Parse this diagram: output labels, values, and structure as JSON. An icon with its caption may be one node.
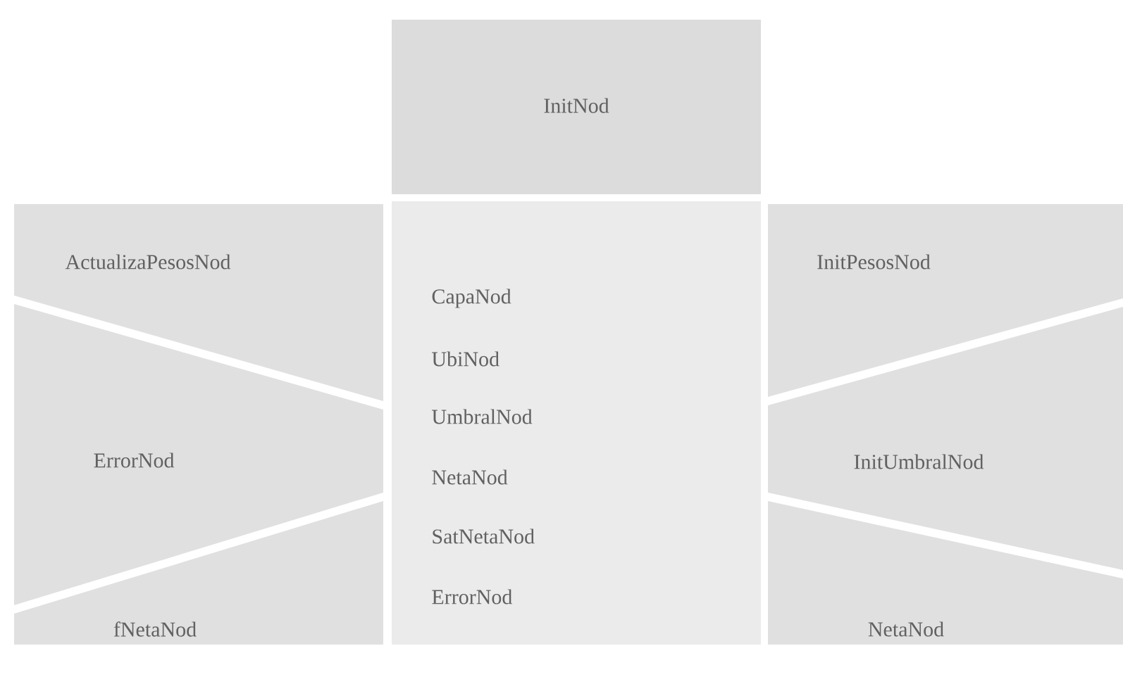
{
  "diagram": {
    "nodes": [
      {
        "text": [
          "InitNod"
        ]
      },
      {
        "text": [
          "ActualizaPesosNod"
        ]
      },
      {
        "text": [
          "ErrorNod"
        ]
      },
      {
        "text": [
          "fNetaNod"
        ]
      },
      {
        "text": [
          "CapaNod",
          "UbiNod",
          "UmbralNod",
          "NetaNod",
          "SatNetaNod",
          "ErrorNod"
        ]
      },
      {
        "text": [
          "InitPesosNod"
        ]
      },
      {
        "text": [
          "InitUmbralNod"
        ]
      },
      {
        "text": [
          "NetaNod"
        ]
      }
    ]
  }
}
